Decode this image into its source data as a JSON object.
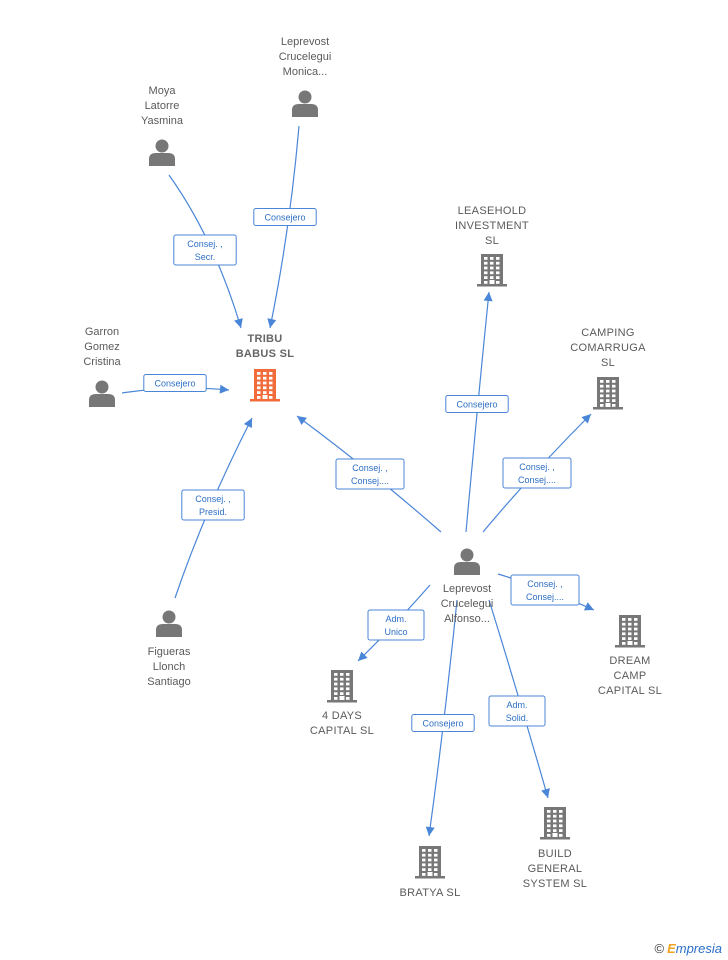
{
  "nodes": [
    {
      "id": "tribu",
      "type": "company-main",
      "lines": [
        "TRIBU",
        "BABUS  SL"
      ]
    },
    {
      "id": "leprevost_monica",
      "type": "person",
      "lines": [
        "Leprevost",
        "Crucelegui",
        "Monica..."
      ]
    },
    {
      "id": "moya",
      "type": "person",
      "lines": [
        "Moya",
        "Latorre",
        "Yasmina"
      ]
    },
    {
      "id": "garron",
      "type": "person",
      "lines": [
        "Garron",
        "Gomez",
        "Cristina"
      ]
    },
    {
      "id": "figueras",
      "type": "person",
      "lines": [
        "Figueras",
        "Llonch",
        "Santiago"
      ]
    },
    {
      "id": "leprevost_alfonso",
      "type": "person",
      "lines": [
        "Leprevost",
        "Crucelegui",
        "Alfonso..."
      ]
    },
    {
      "id": "leasehold",
      "type": "company",
      "lines": [
        "LEASEHOLD",
        "INVESTMENT",
        "SL"
      ]
    },
    {
      "id": "camping",
      "type": "company",
      "lines": [
        "CAMPING",
        "COMARRUGA",
        "SL"
      ]
    },
    {
      "id": "dream",
      "type": "company",
      "lines": [
        "DREAM",
        "CAMP",
        "CAPITAL  SL"
      ]
    },
    {
      "id": "fourdays",
      "type": "company",
      "lines": [
        "4 DAYS",
        "CAPITAL  SL"
      ]
    },
    {
      "id": "bratya",
      "type": "company",
      "lines": [
        "BRATYA  SL"
      ]
    },
    {
      "id": "build",
      "type": "company",
      "lines": [
        "BUILD",
        "GENERAL",
        "SYSTEM  SL"
      ]
    }
  ],
  "relations": [
    {
      "from": "leprevost_monica",
      "to": "tribu",
      "label_lines": [
        "Consejero"
      ]
    },
    {
      "from": "moya",
      "to": "tribu",
      "label_lines": [
        "Consej. ,",
        "Secr."
      ]
    },
    {
      "from": "garron",
      "to": "tribu",
      "label_lines": [
        "Consejero"
      ]
    },
    {
      "from": "figueras",
      "to": "tribu",
      "label_lines": [
        "Consej. ,",
        "Presid."
      ]
    },
    {
      "from": "leprevost_alfonso",
      "to": "tribu",
      "label_lines": [
        "Consej. ,",
        "Consej...."
      ]
    },
    {
      "from": "leprevost_alfonso",
      "to": "leasehold",
      "label_lines": [
        "Consejero"
      ]
    },
    {
      "from": "leprevost_alfonso",
      "to": "camping",
      "label_lines": [
        "Consej. ,",
        "Consej...."
      ]
    },
    {
      "from": "leprevost_alfonso",
      "to": "dream",
      "label_lines": [
        "Consej. ,",
        "Consej...."
      ]
    },
    {
      "from": "leprevost_alfonso",
      "to": "fourdays",
      "label_lines": [
        "Adm.",
        "Unico"
      ]
    },
    {
      "from": "leprevost_alfonso",
      "to": "bratya",
      "label_lines": [
        "Consejero"
      ]
    },
    {
      "from": "leprevost_alfonso",
      "to": "build",
      "label_lines": [
        "Adm.",
        "Solid."
      ]
    }
  ],
  "footer": {
    "copyright": "©",
    "brand_initial": "E",
    "brand_rest": "mpresia"
  },
  "colors": {
    "edge": "#4a86d8",
    "label_text": "#2e6fc4",
    "main_company": "#f26b3a",
    "icon": "#777777"
  }
}
